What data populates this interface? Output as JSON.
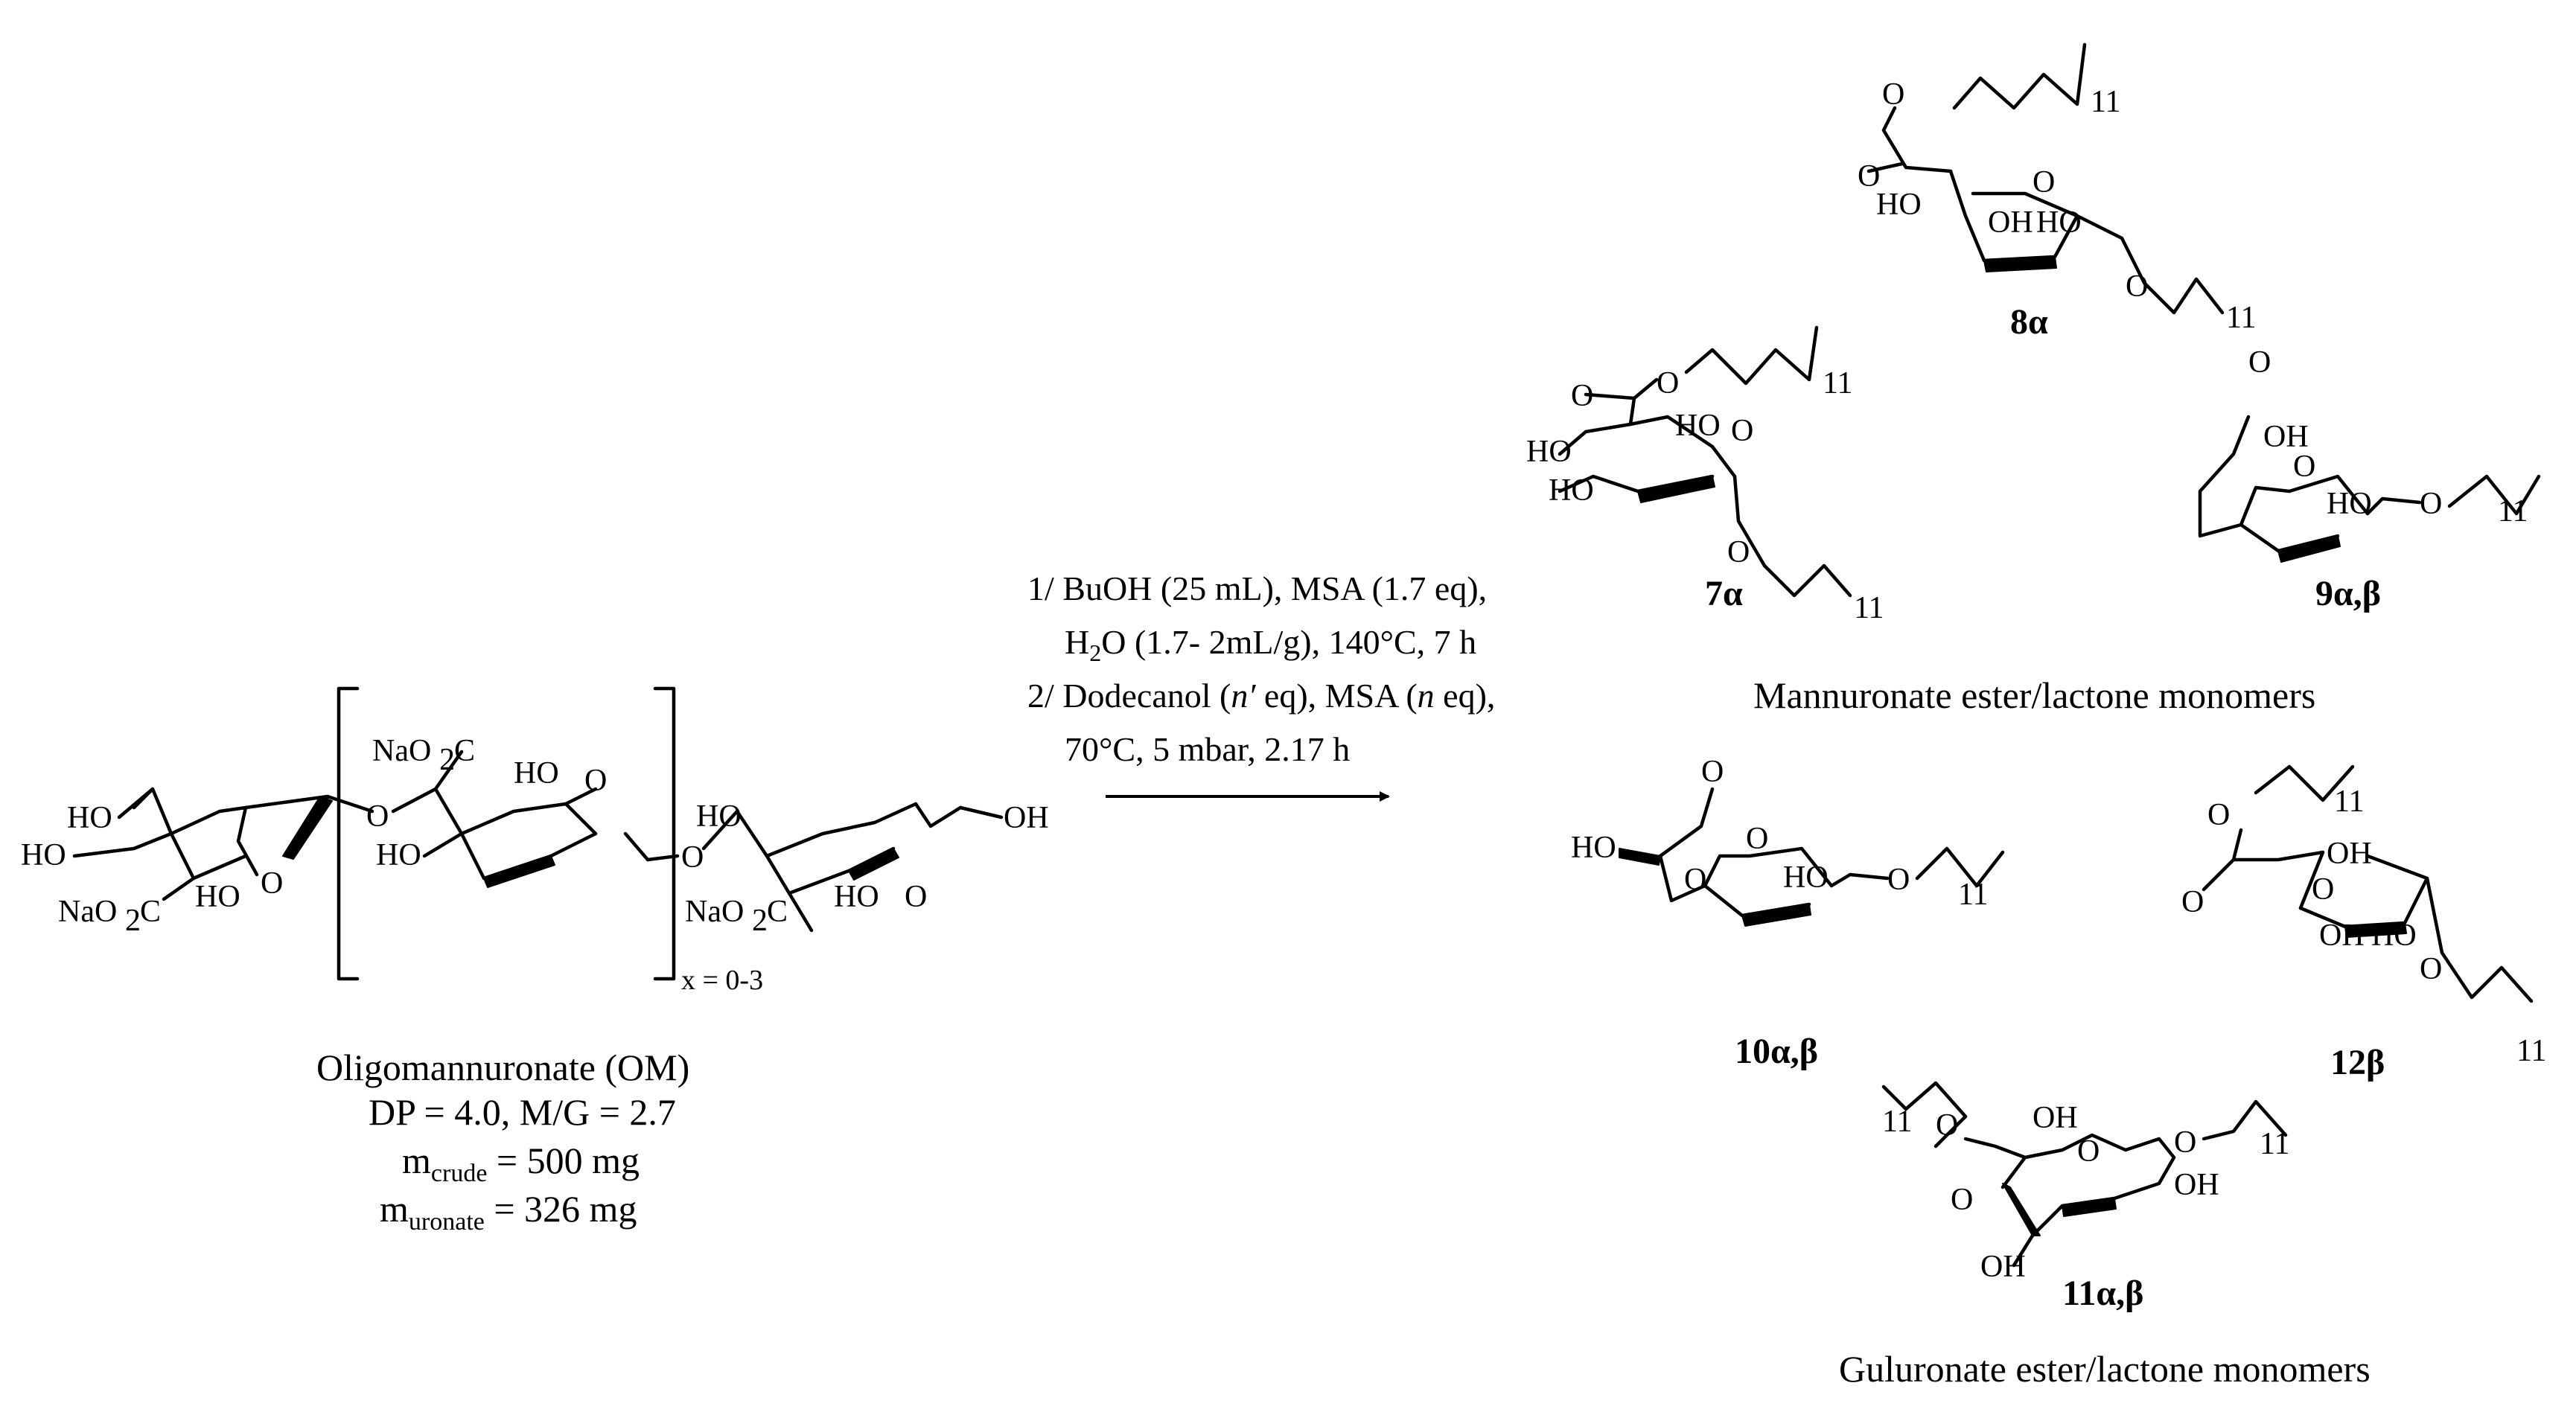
{
  "reactant": {
    "caption_lines": [
      "Oligomannuronate (OM)",
      "DP = 4.0, M/G = 2.7"
    ],
    "m_crude": {
      "prefix": "m",
      "sub": "crude",
      "value": " = 500 mg"
    },
    "m_uronate": {
      "prefix": "m",
      "sub": "uronate",
      "value": " = 326 mg"
    },
    "repeat_label": "x = 0-3",
    "atoms": {
      "HO": "HO",
      "OH": "OH",
      "O": "O",
      "NaO": "NaO",
      "C": "C",
      "sub2": "2"
    }
  },
  "conditions": {
    "step1_line1": "1/ BuOH (25 mL), MSA (1.7 eq),",
    "step1_line2_pre": "H",
    "step1_line2_sub": "2",
    "step1_line2_post": "O (1.7- 2mL/g), 140°C, 7 h",
    "step2_line1_pre": "2/ Dodecanol (",
    "step2_line1_italic1": "n′",
    "step2_line1_mid": " eq), MSA (",
    "step2_line1_italic2": "n",
    "step2_line1_post": " eq),",
    "step2_line2": "70°C, 5 mbar, 2.17 h"
  },
  "products": {
    "chain_subscript": "11",
    "compounds": [
      {
        "id": "8a",
        "label": "8α"
      },
      {
        "id": "7a",
        "label": "7α"
      },
      {
        "id": "9ab",
        "label": "9α,β"
      },
      {
        "id": "10ab",
        "label": "10α,β"
      },
      {
        "id": "12b",
        "label": "12β"
      },
      {
        "id": "11ab",
        "label": "11α,β"
      }
    ],
    "group_labels": {
      "mannuronate": "Mannuronate ester/lactone monomers",
      "guluronate": "Guluronate ester/lactone monomers"
    }
  }
}
